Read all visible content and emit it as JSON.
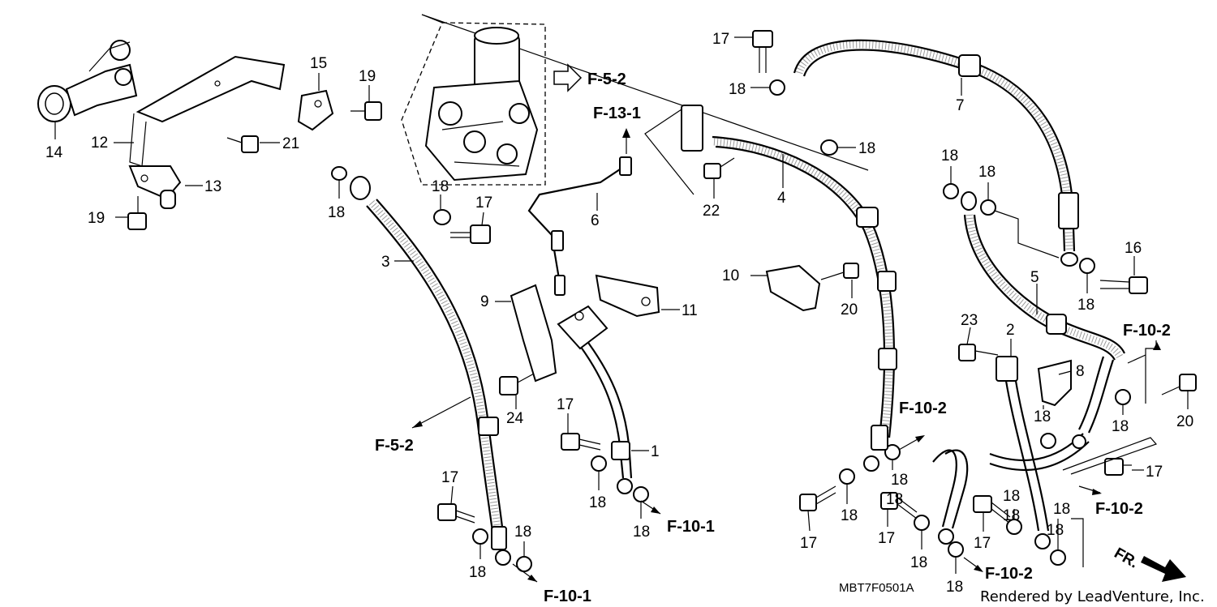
{
  "diagram": {
    "drawing_code": "MBT7F0501A",
    "credit": "Rendered by LeadVenture, Inc.",
    "direction_label": "FR.",
    "part_labels": [
      {
        "id": "p1",
        "text": "1"
      },
      {
        "id": "p2",
        "text": "2"
      },
      {
        "id": "p3",
        "text": "3"
      },
      {
        "id": "p4",
        "text": "4"
      },
      {
        "id": "p5",
        "text": "5"
      },
      {
        "id": "p6",
        "text": "6"
      },
      {
        "id": "p7",
        "text": "7"
      },
      {
        "id": "p8",
        "text": "8"
      },
      {
        "id": "p9",
        "text": "9"
      },
      {
        "id": "p10",
        "text": "10"
      },
      {
        "id": "p11",
        "text": "11"
      },
      {
        "id": "p12",
        "text": "12"
      },
      {
        "id": "p13",
        "text": "13"
      },
      {
        "id": "p14",
        "text": "14"
      },
      {
        "id": "p15",
        "text": "15"
      },
      {
        "id": "p16",
        "text": "16"
      },
      {
        "id": "p17a",
        "text": "17"
      },
      {
        "id": "p17b",
        "text": "17"
      },
      {
        "id": "p17c",
        "text": "17"
      },
      {
        "id": "p17d",
        "text": "17"
      },
      {
        "id": "p17e",
        "text": "17"
      },
      {
        "id": "p17f",
        "text": "17"
      },
      {
        "id": "p17g",
        "text": "17"
      },
      {
        "id": "p17h",
        "text": "17"
      },
      {
        "id": "p18a",
        "text": "18"
      },
      {
        "id": "p18b",
        "text": "18"
      },
      {
        "id": "p18c",
        "text": "18"
      },
      {
        "id": "p18d",
        "text": "18"
      },
      {
        "id": "p18e",
        "text": "18"
      },
      {
        "id": "p18f",
        "text": "18"
      },
      {
        "id": "p18g",
        "text": "18"
      },
      {
        "id": "p18h",
        "text": "18"
      },
      {
        "id": "p18i",
        "text": "18"
      },
      {
        "id": "p18j",
        "text": "18"
      },
      {
        "id": "p18k",
        "text": "18"
      },
      {
        "id": "p18l",
        "text": "18"
      },
      {
        "id": "p18m",
        "text": "18"
      },
      {
        "id": "p18n",
        "text": "18"
      },
      {
        "id": "p18o",
        "text": "18"
      },
      {
        "id": "p18p",
        "text": "18"
      },
      {
        "id": "p18q",
        "text": "18"
      },
      {
        "id": "p18r",
        "text": "18"
      },
      {
        "id": "p18s",
        "text": "18"
      },
      {
        "id": "p18t",
        "text": "18"
      },
      {
        "id": "p18u",
        "text": "18"
      },
      {
        "id": "p18v",
        "text": "18"
      },
      {
        "id": "p19a",
        "text": "19"
      },
      {
        "id": "p19b",
        "text": "19"
      },
      {
        "id": "p20a",
        "text": "20"
      },
      {
        "id": "p20b",
        "text": "20"
      },
      {
        "id": "p21",
        "text": "21"
      },
      {
        "id": "p22",
        "text": "22"
      },
      {
        "id": "p23",
        "text": "23"
      },
      {
        "id": "p24",
        "text": "24"
      }
    ],
    "reference_labels": [
      {
        "id": "r1",
        "text": "F-5-2"
      },
      {
        "id": "r2",
        "text": "F-13-1"
      },
      {
        "id": "r3",
        "text": "F-5-2"
      },
      {
        "id": "r4",
        "text": "F-10-1"
      },
      {
        "id": "r5",
        "text": "F-10-1"
      },
      {
        "id": "r6",
        "text": "F-10-2"
      },
      {
        "id": "r7",
        "text": "F-10-2"
      },
      {
        "id": "r8",
        "text": "F-10-2"
      },
      {
        "id": "r9",
        "text": "F-10-2"
      }
    ]
  }
}
